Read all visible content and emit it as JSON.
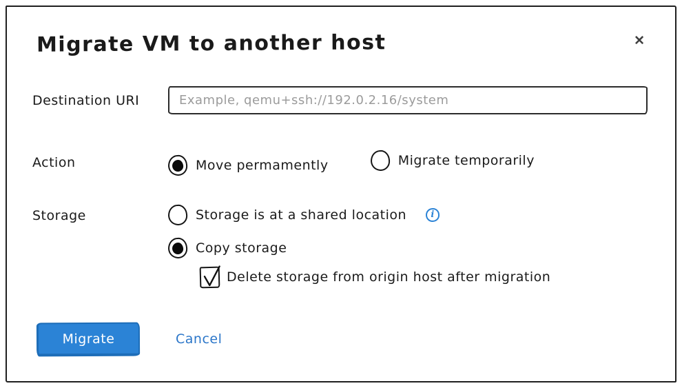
{
  "dialog": {
    "title": "Migrate VM to another host",
    "close_icon": "✕"
  },
  "form": {
    "destination_uri": {
      "label": "Destination URI",
      "value": "",
      "placeholder": "Example, qemu+ssh://192.0.2.16/system"
    },
    "action": {
      "label": "Action",
      "options": [
        {
          "label": "Move permamently",
          "selected": true
        },
        {
          "label": "Migrate temporarily",
          "selected": false
        }
      ]
    },
    "storage": {
      "label": "Storage",
      "options": [
        {
          "label": "Storage is at a shared location",
          "selected": false,
          "info_icon": "i"
        },
        {
          "label": "Copy storage",
          "selected": true
        }
      ],
      "delete_checkbox": {
        "label": "Delete storage from origin host after migration",
        "checked": true
      }
    }
  },
  "footer": {
    "migrate_label": "Migrate",
    "cancel_label": "Cancel"
  },
  "colors": {
    "primary_blue": "#2b83d6",
    "primary_blue_border": "#1d6db8",
    "link_blue": "#2b76c9",
    "info_blue": "#2b83d6",
    "ink_black": "#1a1a1a",
    "placeholder_gray": "#9b9b9b"
  }
}
